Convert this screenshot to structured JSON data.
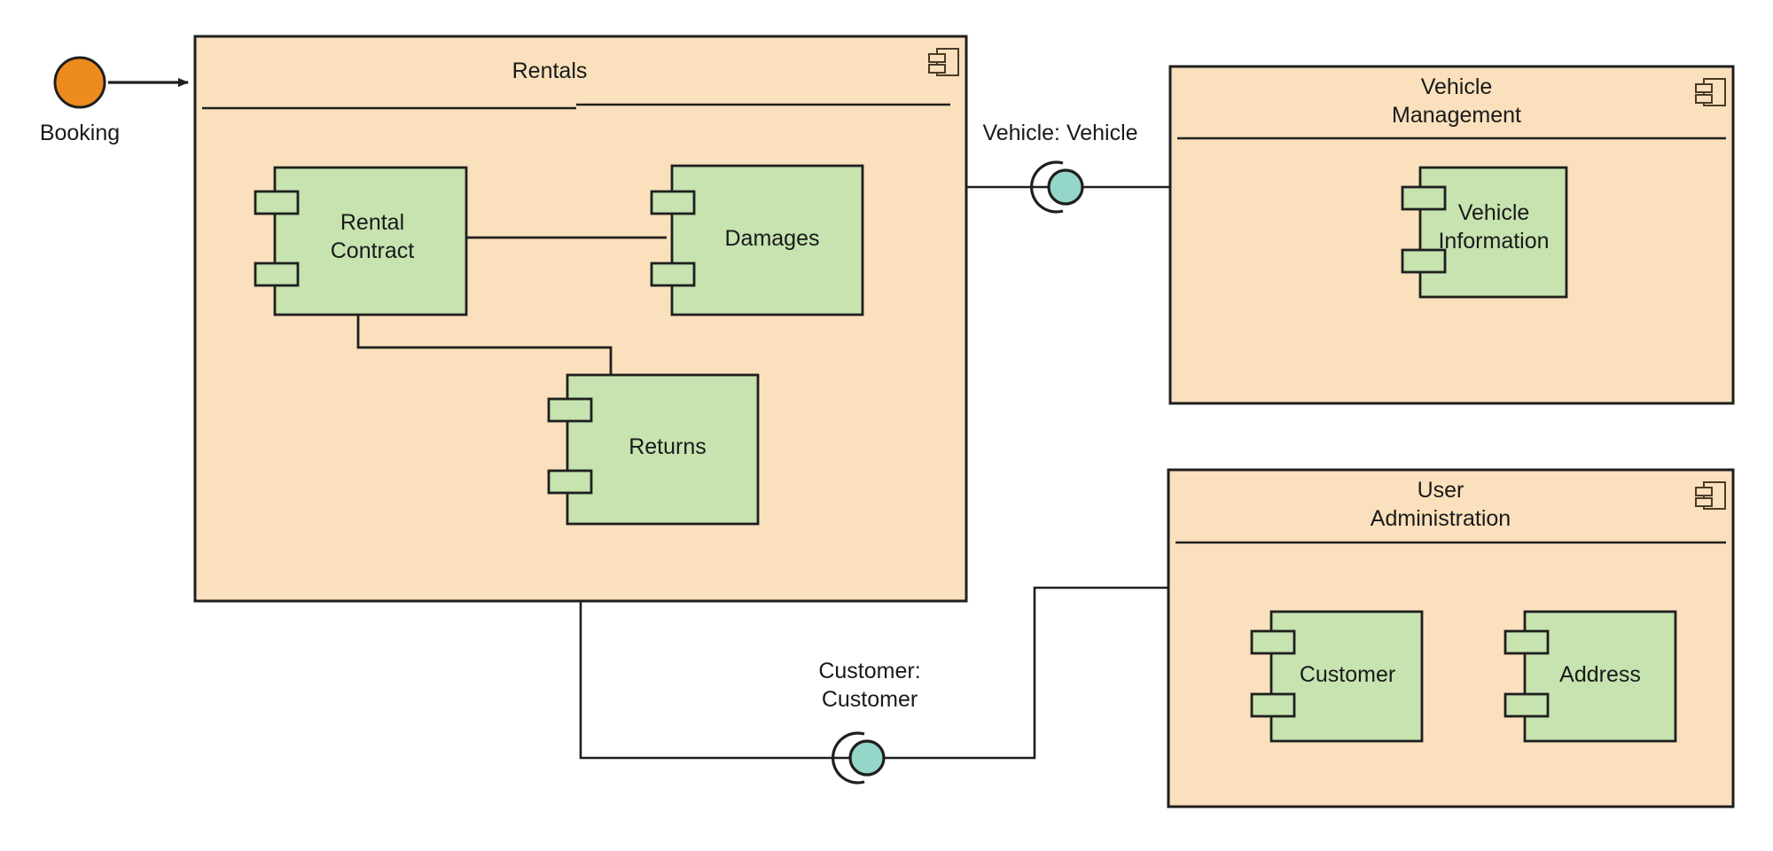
{
  "diagram": {
    "type": "uml-component-diagram",
    "title": "Car Rental System Component Diagram",
    "colors": {
      "package_fill": "#fae0bc",
      "component_fill": "#c6e3b0",
      "interface_ball_fill": "#94d6c8",
      "provided_interface_fill": "#ed8b1f",
      "stroke": "#1f1f1f",
      "text": "#1a1a1a",
      "background": "#ffffff"
    }
  },
  "interfaces": {
    "booking": {
      "label": "Booking",
      "icon": "filled-circle-icon",
      "kind": "provided-interface"
    },
    "vehicle": {
      "label": "Vehicle: Vehicle",
      "label_line1": "Vehicle: Vehicle",
      "label_line2": "",
      "icon": "ball-and-socket-icon",
      "kind": "assembly-connector"
    },
    "customer": {
      "label": "Customer: Customer",
      "label_line1": "Customer:",
      "label_line2": "Customer",
      "icon": "ball-and-socket-icon",
      "kind": "assembly-connector"
    }
  },
  "packages": [
    {
      "id": "rentals",
      "name": "Rentals",
      "name_line1": "Rentals",
      "name_line2": "",
      "icon": "component-icon",
      "components": [
        {
          "id": "rental-contract",
          "name": "Rental Contract",
          "name_line1": "Rental",
          "name_line2": "Contract",
          "icon": "component-icon"
        },
        {
          "id": "damages",
          "name": "Damages",
          "name_line1": "Damages",
          "name_line2": "",
          "icon": "component-icon"
        },
        {
          "id": "returns",
          "name": "Returns",
          "name_line1": "Returns",
          "name_line2": "",
          "icon": "component-icon"
        }
      ]
    },
    {
      "id": "vehicle-management",
      "name": "Vehicle Management",
      "name_line1": "Vehicle",
      "name_line2": "Management",
      "icon": "component-icon",
      "components": [
        {
          "id": "vehicle-information",
          "name": "Vehicle Information",
          "name_line1": "Vehicle",
          "name_line2": "Information",
          "icon": "component-icon"
        }
      ]
    },
    {
      "id": "user-administration",
      "name": "User Administration",
      "name_line1": "User",
      "name_line2": "Administration",
      "icon": "component-icon",
      "components": [
        {
          "id": "customer",
          "name": "Customer",
          "name_line1": "Customer",
          "name_line2": "",
          "icon": "component-icon"
        },
        {
          "id": "address",
          "name": "Address",
          "name_line1": "Address",
          "name_line2": "",
          "icon": "component-icon"
        }
      ]
    }
  ],
  "connections": [
    {
      "from": "booking",
      "to": "rentals",
      "style": "arrow"
    },
    {
      "from": "rental-contract",
      "to": "damages",
      "style": "plain"
    },
    {
      "from": "rental-contract",
      "to": "returns",
      "style": "plain"
    },
    {
      "from": "rentals",
      "to": "vehicle-management",
      "style": "assembly",
      "interface": "vehicle"
    },
    {
      "from": "rentals",
      "to": "user-administration",
      "style": "assembly",
      "interface": "customer"
    }
  ]
}
